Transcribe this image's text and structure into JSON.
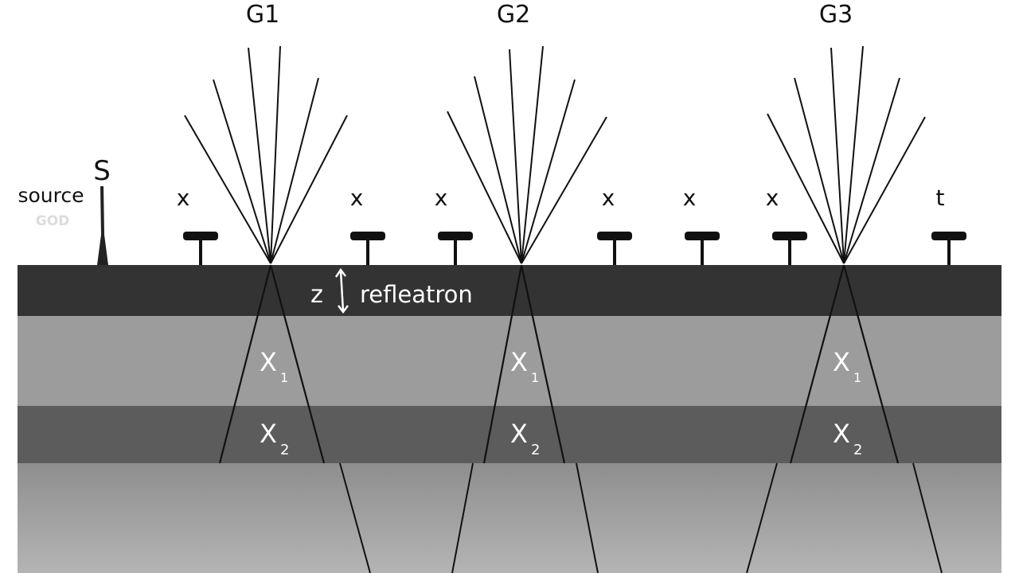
{
  "labels": {
    "source_letter": "S",
    "source_word": "source",
    "source_faded": "GOD",
    "depth": "z",
    "layer_name": "refleatron",
    "sub_x": "1",
    "sub_2": "2",
    "x_main": "X"
  },
  "gathers": [
    {
      "name": "G1"
    },
    {
      "name": "G2"
    },
    {
      "name": "G3"
    }
  ],
  "receivers": [
    {
      "mark": "x"
    },
    {
      "mark": "x"
    },
    {
      "mark": "x"
    },
    {
      "mark": "x"
    },
    {
      "mark": "x"
    },
    {
      "mark": "x"
    },
    {
      "mark": "t"
    }
  ],
  "colors": {
    "top_layer": "#333333",
    "layer_1": "#9a9a9a",
    "layer_2": "#5a5a5a",
    "layer_3": "#a6a6a6",
    "lines": "#111111"
  }
}
